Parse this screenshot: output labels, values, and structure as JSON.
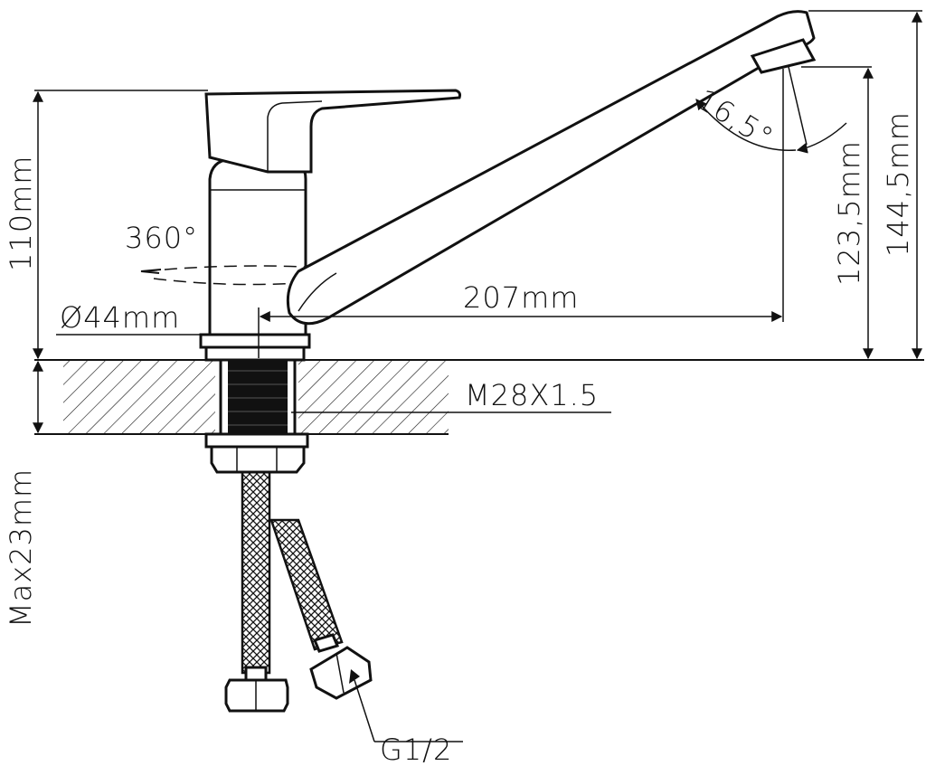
{
  "diagram": {
    "labels": {
      "height_body": "110mm",
      "rotation": "360°",
      "diameter": "Ø44mm",
      "reach": "207mm",
      "angle": "16,5°",
      "height_outlet": "123,5mm",
      "height_total": "144,5mm",
      "thread": "M28X1.5",
      "max_thickness": "Max23mm",
      "connection": "G1/2"
    }
  }
}
